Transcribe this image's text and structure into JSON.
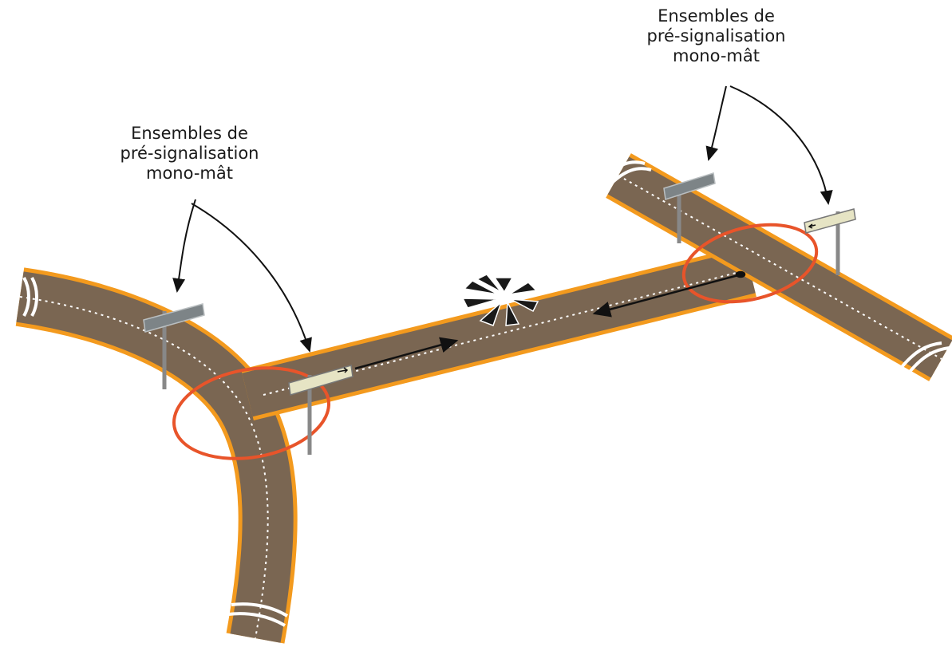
{
  "callouts": [
    {
      "lines": [
        "Ensembles de",
        "pré-signalisation",
        "mono-mât"
      ]
    },
    {
      "lines": [
        "Ensembles de",
        "pré-signalisation",
        "mono-mât"
      ]
    }
  ],
  "colors": {
    "road": "#7a6652",
    "road_edge": "#f39a1e",
    "circle": "#e8542a",
    "sign_grey": "#7d8487",
    "sign_cream": "#e6e4c4"
  }
}
